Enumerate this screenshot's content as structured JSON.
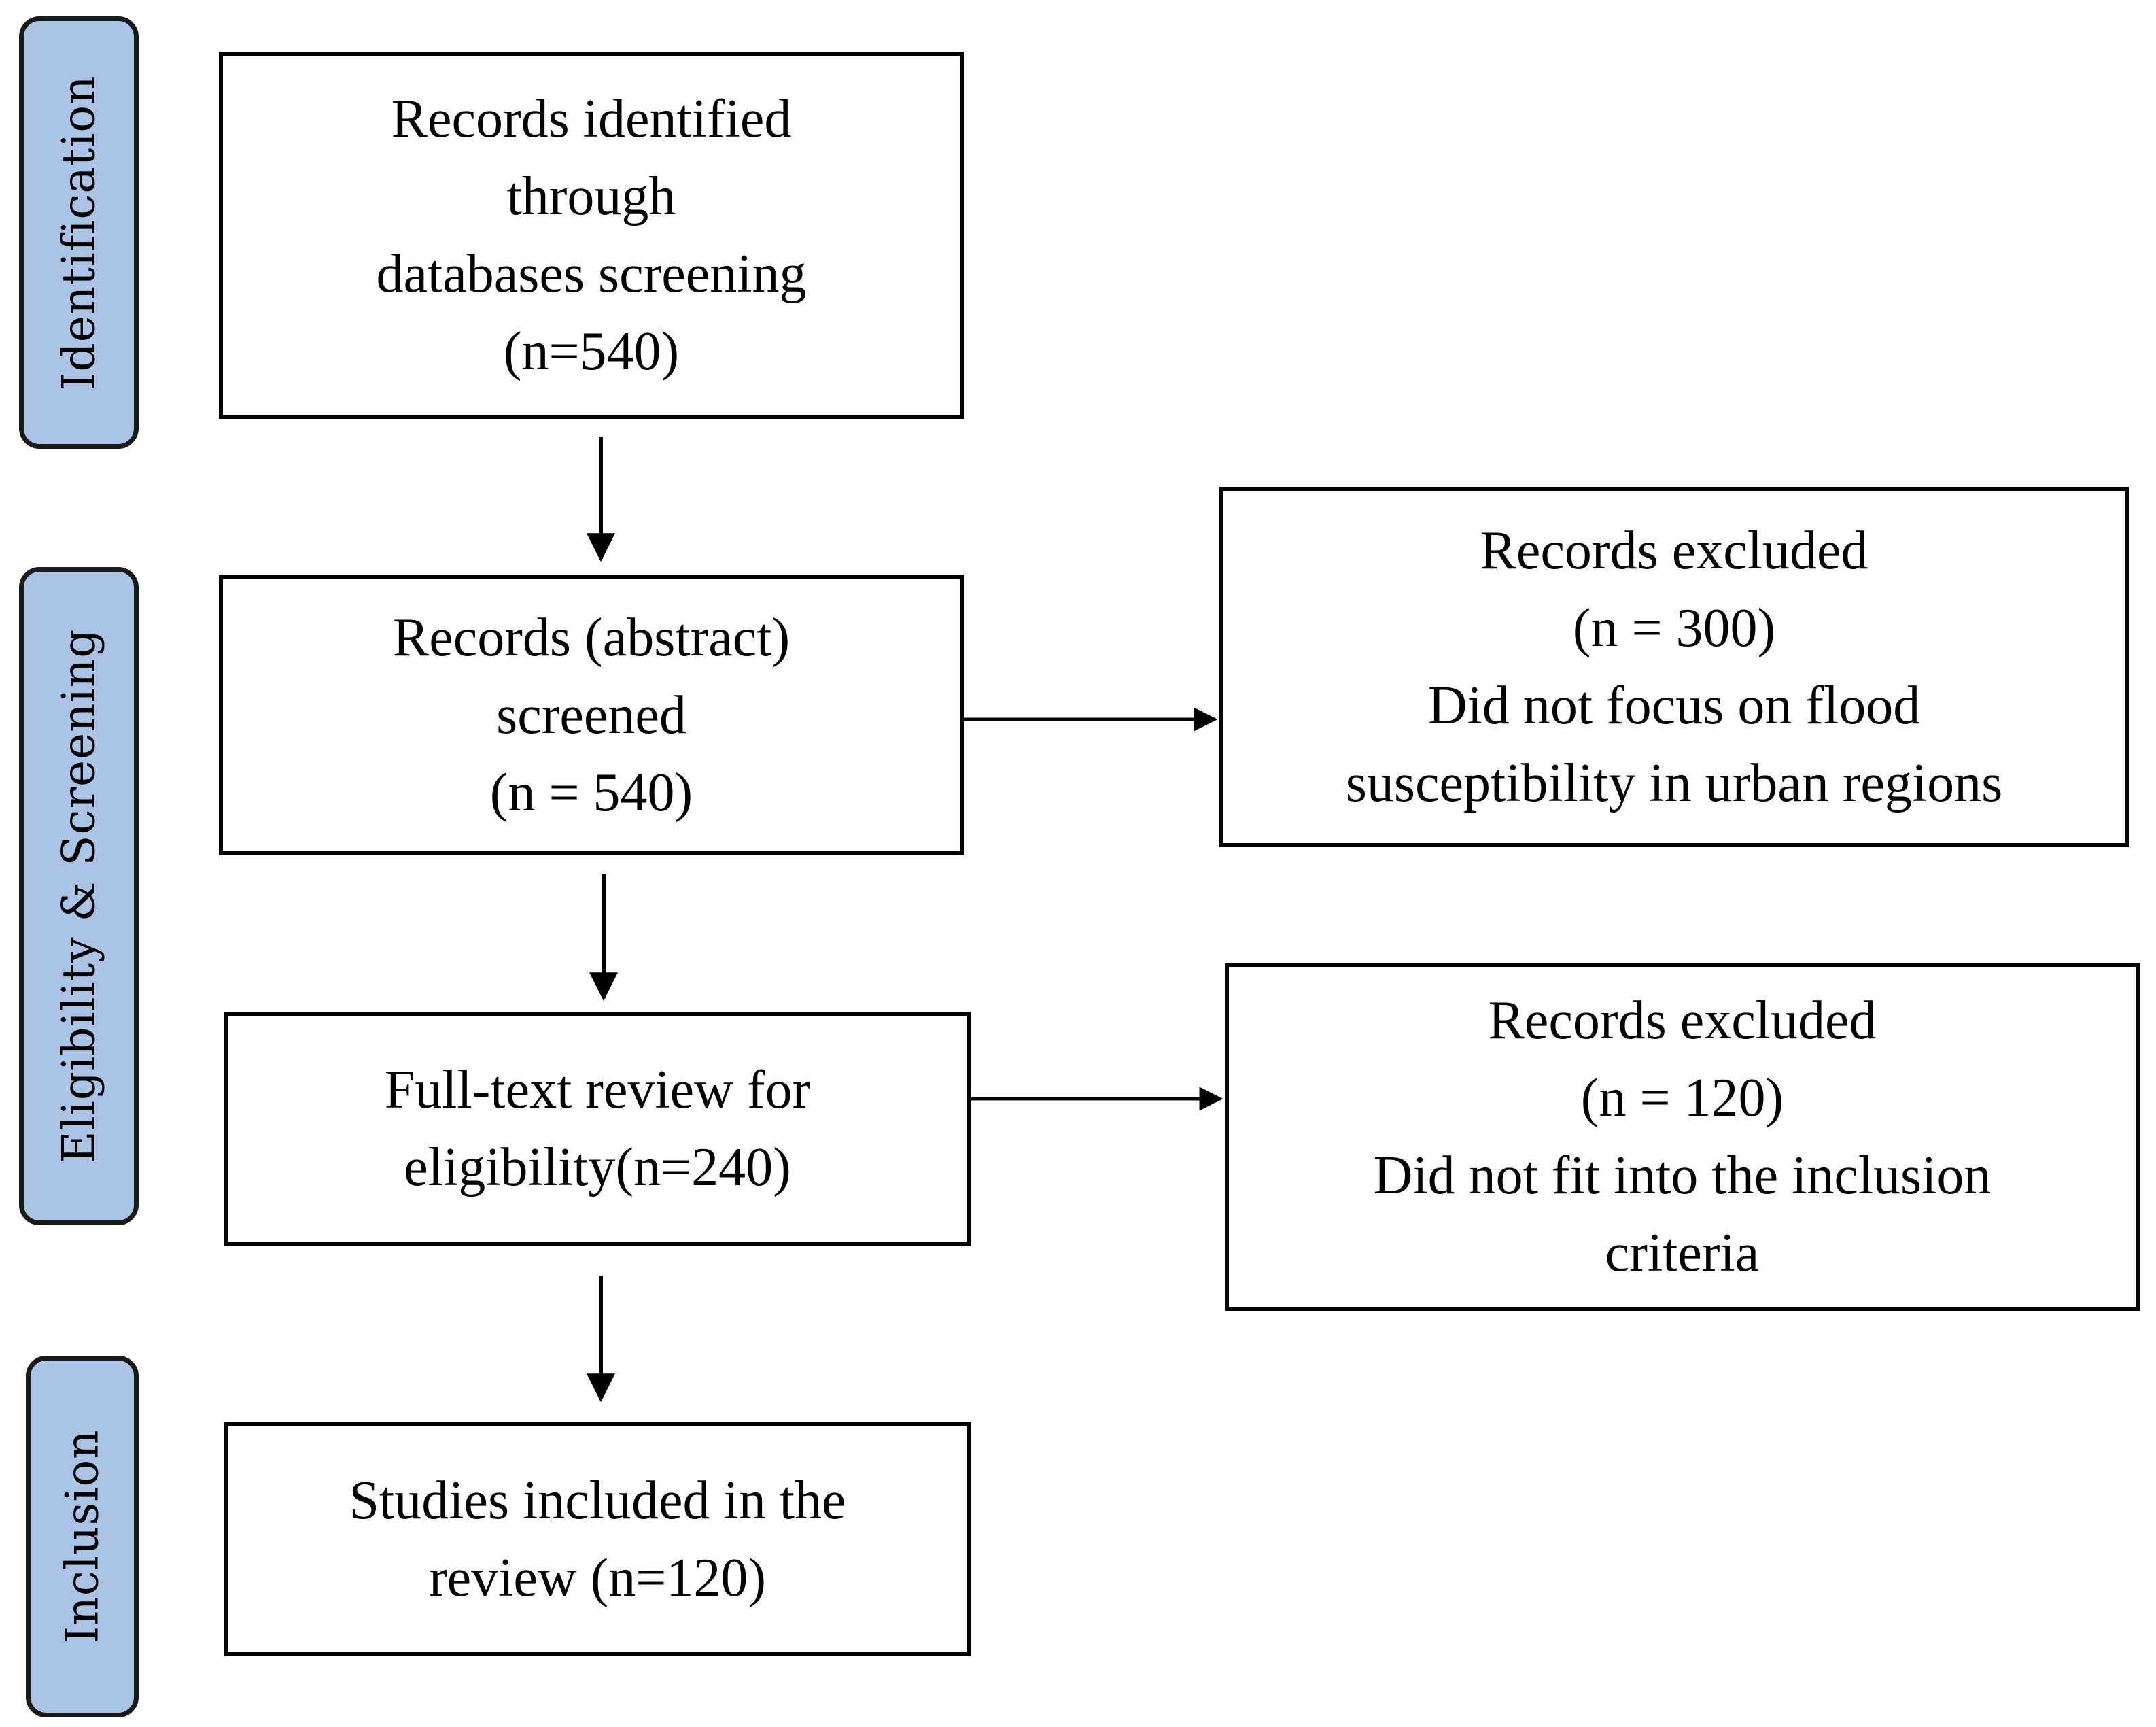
{
  "phases": {
    "identification": "Identification",
    "eligibility_screening": "Eligibility & Screening",
    "inclusion": "Inclusion"
  },
  "boxes": {
    "records_identified": {
      "lines": [
        "Records identified",
        "through",
        "databases screening",
        "(n=540)"
      ]
    },
    "abstract_screened": {
      "lines": [
        "Records (abstract)",
        "screened",
        "(n = 540)"
      ]
    },
    "excluded_abstract": {
      "lines": [
        "Records excluded",
        "(n = 300)",
        "Did not focus on flood",
        "susceptibility in urban regions"
      ]
    },
    "full_text_review": {
      "lines": [
        "Full-text review for",
        "eligibility(n=240)"
      ]
    },
    "excluded_full_text": {
      "lines": [
        "Records excluded",
        "(n = 120)",
        "Did not fit into the inclusion",
        "criteria"
      ]
    },
    "studies_included": {
      "lines": [
        "Studies included in the",
        "review (n=120)"
      ]
    }
  },
  "colors": {
    "phase_fill": "#a9c4e4",
    "phase_border": "#1a1a1a",
    "box_border": "#000000",
    "arrow": "#000000"
  }
}
